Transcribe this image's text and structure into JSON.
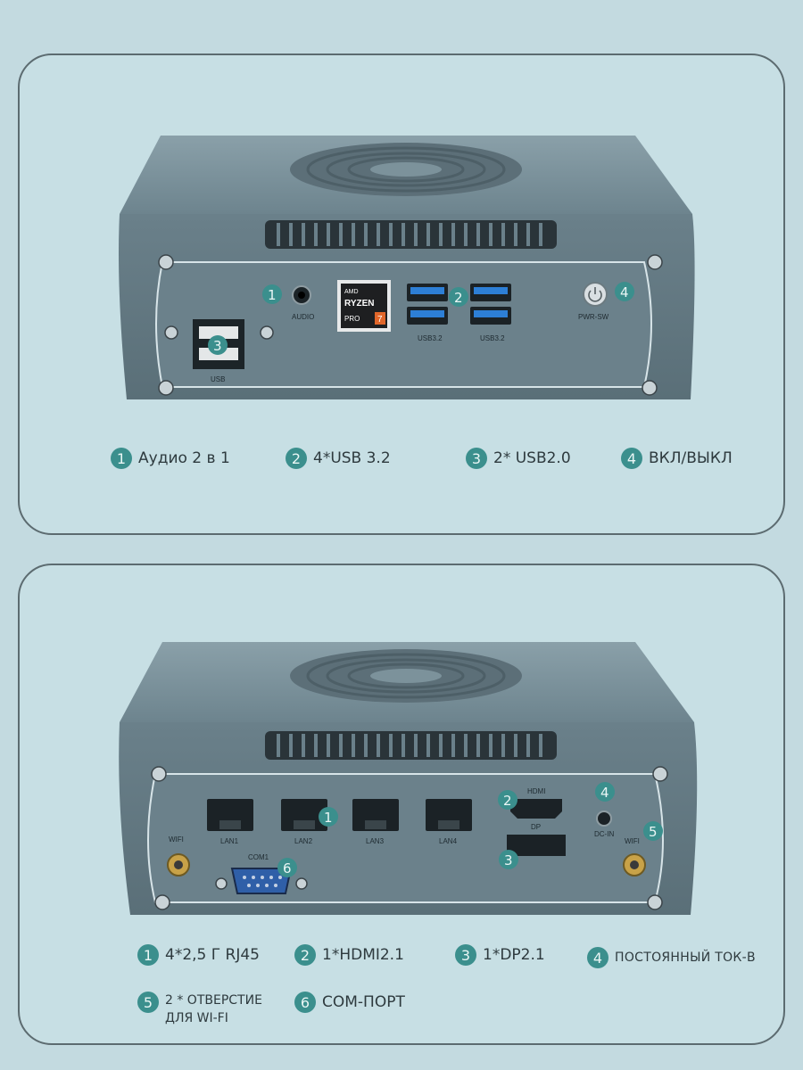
{
  "front": {
    "port_labels": {
      "audio": "AUDIO",
      "usb32_left": "USB3.2",
      "usb32_right": "USB3.2",
      "usb": "USB",
      "pwr": "PWR-SW",
      "cpu_brand": "AMD",
      "cpu_line": "RYZEN",
      "cpu_tier": "PRO",
      "cpu_num": "7"
    },
    "legend": [
      {
        "num": "1",
        "text": "Аудио 2 в 1"
      },
      {
        "num": "2",
        "text": "4*USB 3.2"
      },
      {
        "num": "3",
        "text": "2* USB2.0"
      },
      {
        "num": "4",
        "text": "ВКЛ/ВЫКЛ"
      }
    ]
  },
  "back": {
    "port_labels": {
      "lan1": "LAN1",
      "lan2": "LAN2",
      "lan3": "LAN3",
      "lan4": "LAN4",
      "hdmi": "HDMI",
      "dp": "DP",
      "dcin": "DC-IN",
      "wifi_left": "WIFI",
      "wifi_right": "WIFI",
      "com": "COM1"
    },
    "legend": [
      {
        "num": "1",
        "text": "4*2,5 Г RJ45"
      },
      {
        "num": "2",
        "text": "1*HDMI2.1"
      },
      {
        "num": "3",
        "text": "1*DP2.1"
      },
      {
        "num": "4",
        "text": "ПОСТОЯННЫЙ ТОК-В"
      },
      {
        "num": "5",
        "line1": "2 * ОТВЕРСТИЕ",
        "line2": "ДЛЯ WI-FI"
      },
      {
        "num": "6",
        "text": "СОМ-ПОРТ"
      }
    ]
  },
  "colors": {
    "body": "#6f858f",
    "top": "#7c939c",
    "badge": "#3b8f8d",
    "port_blue": "#2d7fd6"
  }
}
